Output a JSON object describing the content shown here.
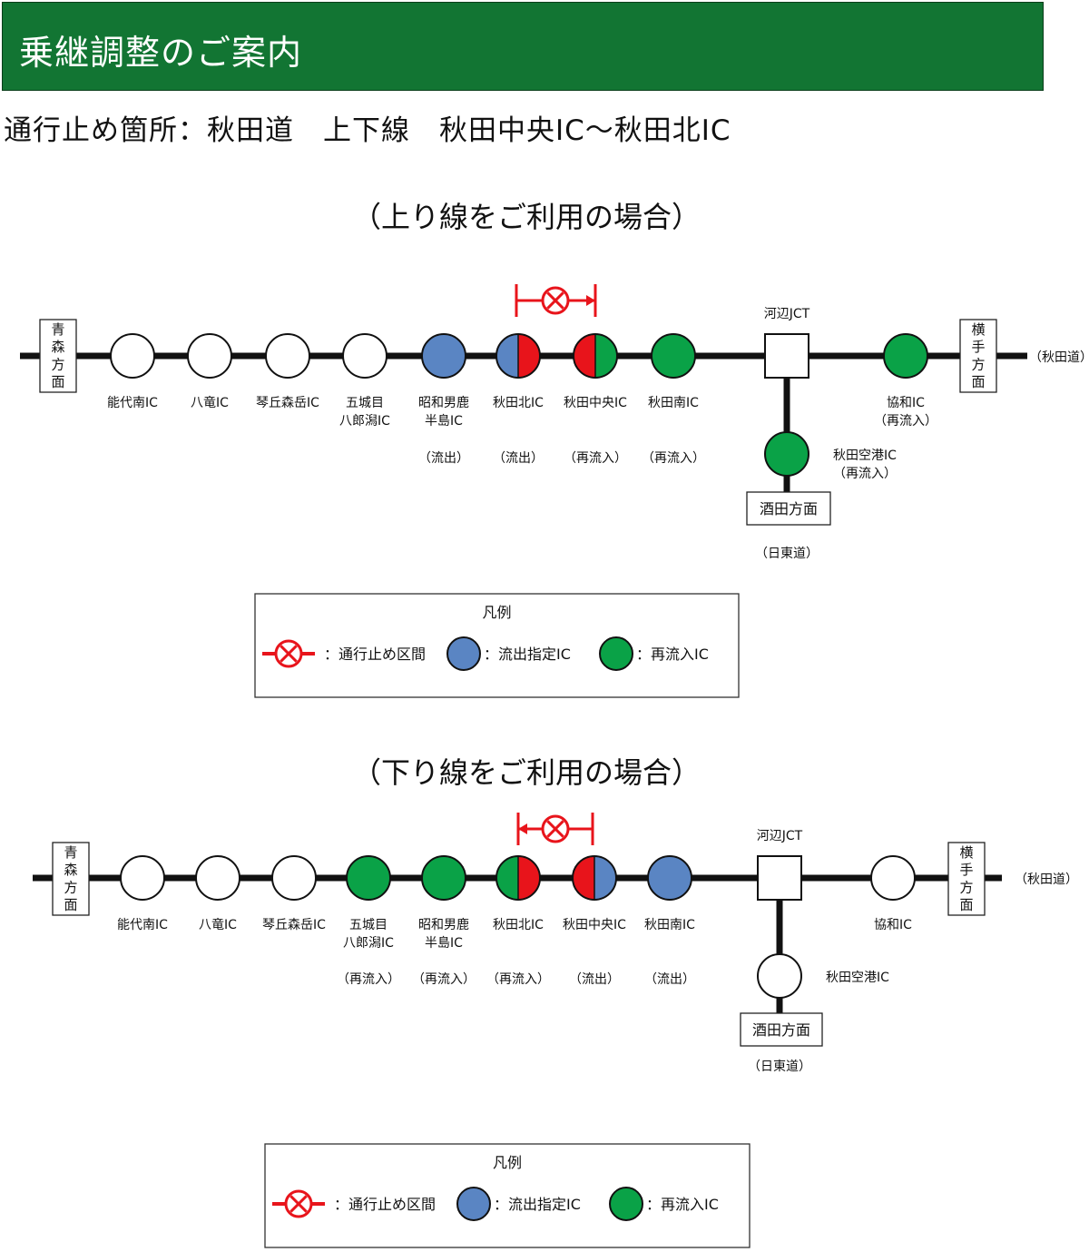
{
  "header": {
    "title": "乗継調整のご案内"
  },
  "closure": {
    "text": "通行止め箇所：秋田道　上下線　秋田中央IC〜秋田北IC"
  },
  "colors": {
    "header_bg": "#127533",
    "outflow": "#5a85c3",
    "reentry": "#0aa247",
    "closed": "#e8141b",
    "plain": "#ffffff"
  },
  "icons": {
    "closed_section": "closed-section-icon",
    "outflow": "outflow-ic-icon",
    "reentry": "reentry-ic-icon"
  },
  "up": {
    "title": "（上り線をご利用の場合）",
    "end_left": [
      "青",
      "森",
      "方",
      "面"
    ],
    "end_right": [
      "横",
      "手",
      "方",
      "面"
    ],
    "right_road": "（秋田道）",
    "jct": "河辺JCT",
    "branch_ic": [
      "秋田空港IC",
      "（再流入）"
    ],
    "branch_end": "酒田方面",
    "branch_road": "（日東道）",
    "right_ic": [
      "協和IC",
      "（再流入）"
    ],
    "ics": [
      {
        "name": [
          "能代南IC"
        ],
        "note": ""
      },
      {
        "name": [
          "八竜IC"
        ],
        "note": ""
      },
      {
        "name": [
          "琴丘森岳IC"
        ],
        "note": ""
      },
      {
        "name": [
          "五城目",
          "八郎潟IC"
        ],
        "note": ""
      },
      {
        "name": [
          "昭和男鹿",
          "半島IC"
        ],
        "note": "（流出）"
      },
      {
        "name": [
          "秋田北IC"
        ],
        "note": "（流出）"
      },
      {
        "name": [
          "秋田中央IC"
        ],
        "note": "（再流入）"
      },
      {
        "name": [
          "秋田南IC"
        ],
        "note": "（再流入）"
      }
    ]
  },
  "down": {
    "title": "（下り線をご利用の場合）",
    "end_left": [
      "青",
      "森",
      "方",
      "面"
    ],
    "end_right": [
      "横",
      "手",
      "方",
      "面"
    ],
    "right_road": "（秋田道）",
    "jct": "河辺JCT",
    "branch_ic": [
      "秋田空港IC"
    ],
    "branch_end": "酒田方面",
    "branch_road": "（日東道）",
    "right_ic": [
      "協和IC"
    ],
    "ics": [
      {
        "name": [
          "能代南IC"
        ],
        "note": ""
      },
      {
        "name": [
          "八竜IC"
        ],
        "note": ""
      },
      {
        "name": [
          "琴丘森岳IC"
        ],
        "note": ""
      },
      {
        "name": [
          "五城目",
          "八郎潟IC"
        ],
        "note": "（再流入）"
      },
      {
        "name": [
          "昭和男鹿",
          "半島IC"
        ],
        "note": "（再流入）"
      },
      {
        "name": [
          "秋田北IC"
        ],
        "note": "（再流入）"
      },
      {
        "name": [
          "秋田中央IC"
        ],
        "note": "（流出）"
      },
      {
        "name": [
          "秋田南IC"
        ],
        "note": "（流出）"
      }
    ]
  },
  "legend": {
    "title": "凡例",
    "closed": "：通行止め区間",
    "outflow": "：流出指定IC",
    "reentry": "：再流入IC"
  }
}
